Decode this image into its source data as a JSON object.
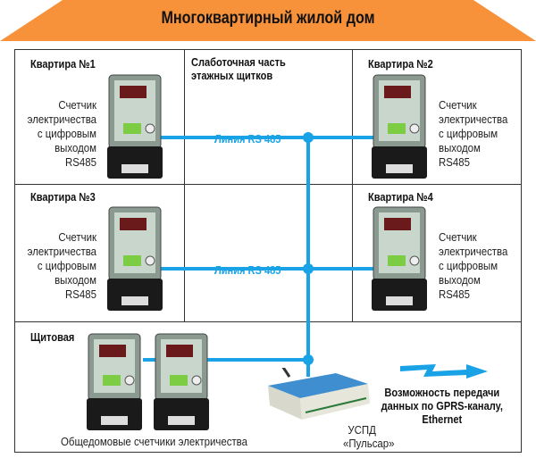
{
  "title": "Многоквартирный жилой дом",
  "low_current": {
    "line1": "Слаботочная часть",
    "line2": "этажных щитков"
  },
  "apartments": [
    {
      "name": "Квартира №1",
      "desc": [
        "Счетчик",
        "электричества",
        "с цифровым",
        "выходом",
        "RS485"
      ]
    },
    {
      "name": "Квартира №2",
      "desc": [
        "Счетчик",
        "электричества",
        "с цифровым",
        "выходом",
        "RS485"
      ]
    },
    {
      "name": "Квартира №3",
      "desc": [
        "Счетчик",
        "электричества",
        "с цифровым",
        "выходом",
        "RS485"
      ]
    },
    {
      "name": "Квартира №4",
      "desc": [
        "Счетчик",
        "электричества",
        "с цифровым",
        "выходом",
        "RS485"
      ]
    }
  ],
  "line_labels": [
    "Линия RS 485",
    "Линия RS 485"
  ],
  "switchroom": {
    "name": "Щитовая",
    "meters_caption": "Общедомовые счетчики электричества",
    "uspd": {
      "line1": "УСПД",
      "line2": "«Пульсар»"
    },
    "transfer": {
      "line1": "Возможность передачи",
      "line2": "данных по  GPRS-каналу,",
      "line3": "Ethernet"
    }
  },
  "colors": {
    "roof": "#f7923a",
    "line": "#19a3e6",
    "frame": "#333333"
  }
}
